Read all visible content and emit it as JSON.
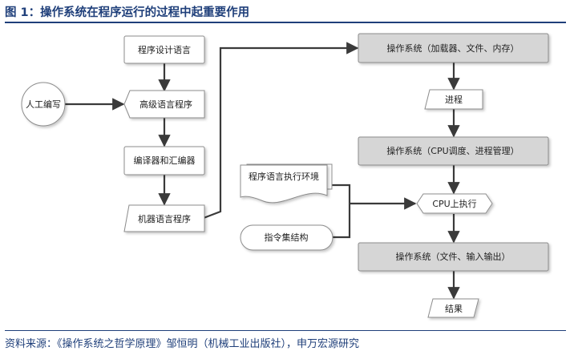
{
  "figure": {
    "title": "图 1：操作系统在程序运行的过程中起重要作用",
    "source": "资料来源：《操作系统之哲学原理》邹恒明（机械工业出版社），申万宏源研究"
  },
  "left_column": {
    "programming_language": "程序设计语言",
    "manual_coding": "人工编写",
    "high_level_program": "高级语言程序",
    "compiler_assembler": "编译器和汇编器",
    "machine_program": "机器语言程序"
  },
  "middle": {
    "runtime_environment": "程序语言执行环境",
    "instruction_set": "指令集结构"
  },
  "right_column": {
    "os_loader": "操作系统（加载器、文件、内存）",
    "process": "进程",
    "os_cpu": "操作系统（CPU调度、进程管理）",
    "cpu_exec": "CPU上执行",
    "os_io": "操作系统（文件、输入输出）",
    "result": "结果"
  },
  "colors": {
    "title": "#1f3f7a",
    "os_box_fill": "#d6d6d6",
    "box_border": "#8c8c8c",
    "arrow": "#3a3a3a"
  }
}
